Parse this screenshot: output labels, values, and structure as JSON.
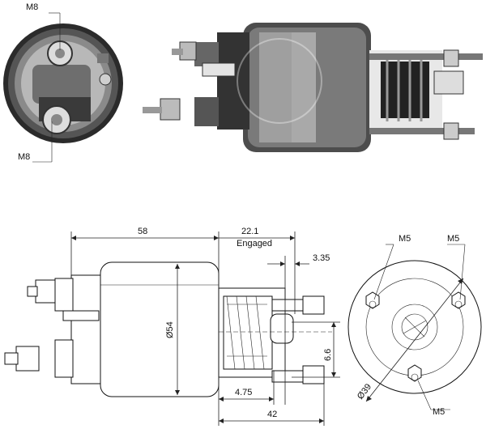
{
  "photo_labels": {
    "top_stud": "M8",
    "bottom_stud": "M8"
  },
  "side_view": {
    "body_length": "58",
    "stroke": "22.1",
    "stroke_note": "Engaged",
    "plunger_offset": "3.35",
    "diameter": "Ø54",
    "stud_spacing": "6.6",
    "pin_offset": "4.75",
    "overall_plunger": "42"
  },
  "end_view": {
    "hole_left": "M5",
    "hole_right": "M5",
    "hole_bottom": "M5",
    "bolt_circle": "Ø39"
  }
}
